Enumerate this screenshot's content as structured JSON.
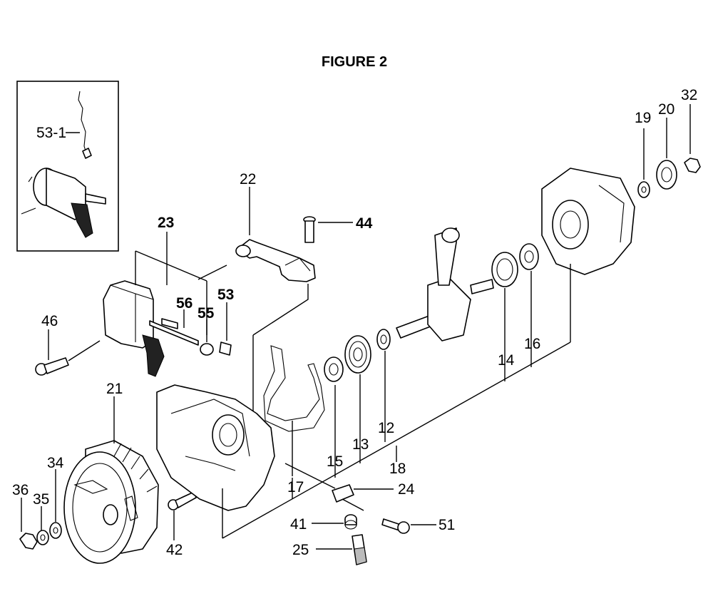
{
  "figure": {
    "title": "FIGURE 2"
  },
  "parts": {
    "p53_1": "53-1",
    "p23": "23",
    "p56": "56",
    "p55": "55",
    "p53": "53",
    "p22": "22",
    "p44": "44",
    "p46": "46",
    "p21": "21",
    "p34": "34",
    "p35": "35",
    "p36": "36",
    "p42": "42",
    "p17": "17",
    "p15": "15",
    "p13": "13",
    "p12": "12",
    "p18": "18",
    "p14": "14",
    "p16": "16",
    "p19": "19",
    "p20": "20",
    "p32": "32",
    "p24": "24",
    "p41": "41",
    "p51": "51",
    "p25": "25"
  }
}
